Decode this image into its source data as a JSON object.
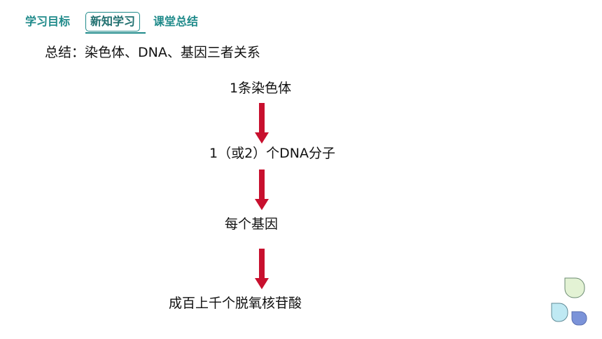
{
  "nav": {
    "tabs": [
      {
        "label": "学习目标",
        "active": false
      },
      {
        "label": "新知学习",
        "active": true
      },
      {
        "label": "课堂总结",
        "active": false
      }
    ],
    "accent_color": "#1f8a8a"
  },
  "summary": {
    "title": "总结：染色体、DNA、基因三者关系"
  },
  "flow": {
    "nodes": [
      {
        "label": "1条染色体"
      },
      {
        "label": "1（或2）个DNA分子"
      },
      {
        "label": "每个基因"
      },
      {
        "label": "成百上千个脱氧核苷酸"
      }
    ],
    "arrow_color": "#c8102e"
  },
  "decoration": {
    "colors": [
      "#e3f2d4",
      "#bfe9f3",
      "#7b93d9"
    ]
  }
}
